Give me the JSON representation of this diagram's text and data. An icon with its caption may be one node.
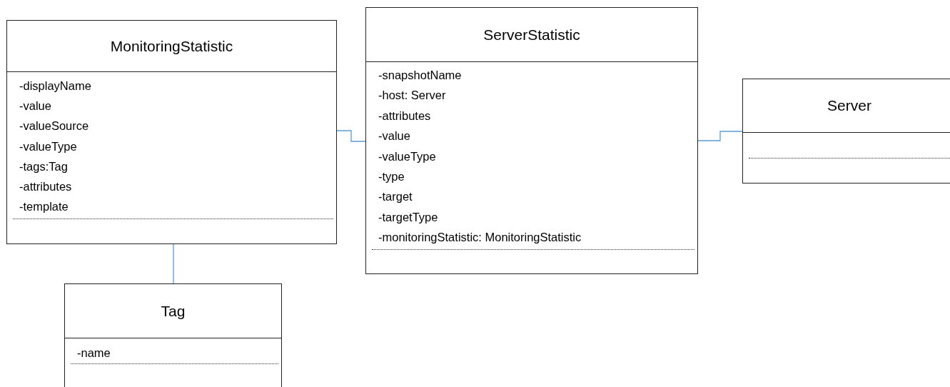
{
  "diagram": {
    "nodes": [
      {
        "text": [
          "MonitoringStatistic",
          "-displayName",
          "-value",
          "-valueSource",
          "-valueType",
          "-tags:Tag",
          "-attributes",
          "-template"
        ]
      },
      {
        "text": [
          "ServerStatistic",
          "-snapshotName",
          "-host: Server",
          "-attributes",
          "-value",
          "-valueType",
          "-type",
          "-target",
          "-targetType",
          "-monitoringStatistic: MonitoringStatistic"
        ]
      },
      {
        "text": [
          "Server"
        ]
      },
      {
        "text": [
          "Tag",
          "-name"
        ]
      }
    ],
    "edges": [
      {
        "from": 0,
        "to": 1,
        "arrow": "none"
      },
      {
        "from": 1,
        "to": 2,
        "arrow": "none"
      },
      {
        "from": 0,
        "to": 3,
        "arrow": "none"
      }
    ]
  }
}
